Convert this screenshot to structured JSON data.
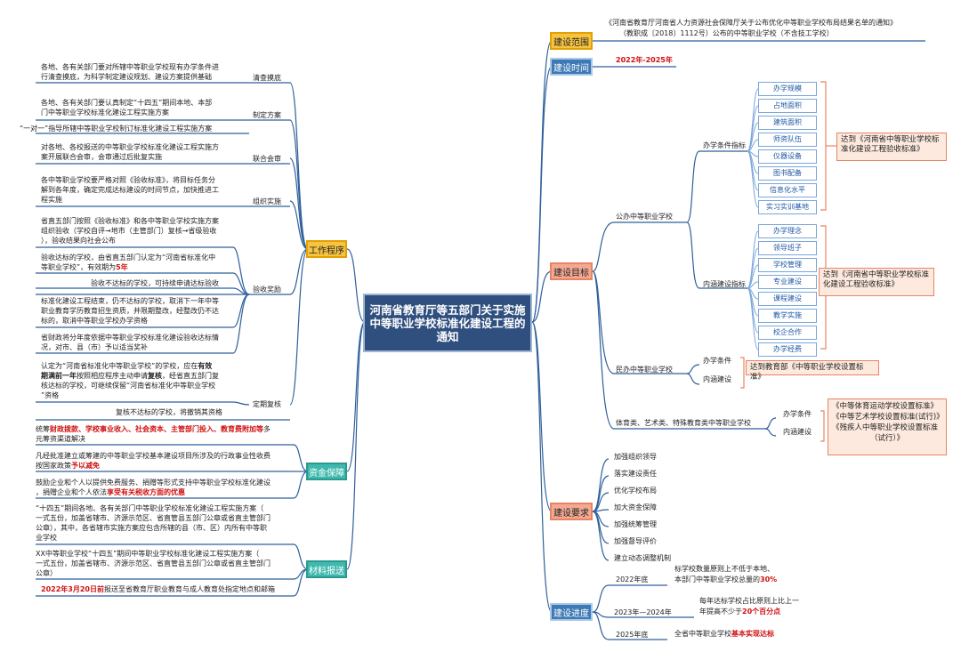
{
  "center": {
    "title": "河南省教育厅等五部门关于实施中等职业学校标准化建设工程的通知"
  },
  "right": {
    "scope": {
      "label": "建设范围",
      "text1": "《河南省教育厅河南省人力资源社会保障厅关于公布优化中等职业学校布局结果名单的通知》",
      "text2": "（教职成〔2018〕1112号）公布的中等职业学校（不含技工学校）"
    },
    "time": {
      "label": "建设时间",
      "value": "2022年-2025年"
    },
    "goal": {
      "label": "建设目标",
      "public": "公办中等职业学校",
      "cond": "办学条件指标",
      "cond_items": [
        "办学规模",
        "占地面积",
        "建筑面积",
        "师资队伍",
        "仪器设备",
        "图书配备",
        "信息化水平",
        "实习实训基地"
      ],
      "cond_note": "达到《河南省中等职业学校标准化建设工程验收标准》",
      "inner": "内涵建设指标",
      "inner_items": [
        "办学理念",
        "领导班子",
        "学校管理",
        "专业建设",
        "课程建设",
        "教学实施",
        "校企合作",
        "办学经费"
      ],
      "inner_note": "达到《河南省中等职业学校标准化建设工程验收标准》",
      "private": "民办中等职业学校",
      "priv_cond": "办学条件",
      "priv_inner": "内涵建设",
      "priv_note": "达到教育部《中等职业学校设置标准》",
      "special": "体育类、艺术类、特殊教育类中等职业学校",
      "spec_cond": "办学条件",
      "spec_inner": "内涵建设",
      "spec_note1": "《中等体育运动学校设置标准》",
      "spec_note2": "《中等艺术学校设置标准(试行)》",
      "spec_note3": "《残疾人中等职业学校设置标准",
      "spec_note4": "（试行）》"
    },
    "req": {
      "label": "建设要求",
      "items": [
        "加强组织领导",
        "落实建设责任",
        "优化学校布局",
        "加大资金保障",
        "加强统筹管理",
        "加强督导评价",
        "建立动态调整机制"
      ]
    },
    "progress": {
      "label": "建设进度",
      "y1": "2022年底",
      "y1_a": "标学校数量原则上不低于本地、",
      "y1_b": "本部门中等职业学校总量的",
      "y1_c": "30%",
      "y2": "2023年—2024年",
      "y2_a": "每年达标学校占比原则上比上一",
      "y2_b": "年提高不少于",
      "y2_c": "20个百分点",
      "y3": "2025年底",
      "y3_a": "全省中等职业学校",
      "y3_b": "基本实现达标"
    }
  },
  "left": {
    "work": {
      "label": "工作程序",
      "check": "清查摸底",
      "check_t": [
        "各地、各有关部门要对所辖中等职业学校现有办学条件进",
        "行清查摸底，为科学制定建设规划、建设方案提供基础"
      ],
      "plan": "制定方案",
      "plan_t": [
        "各地、各有关部门要认真制定“十四五”期间本地、本部",
        "门中等职业学校标准化建设工程实施方案"
      ],
      "plan_t2": "“一对一”指导所辖中等职业学校制订标准化建设工程实施方案",
      "joint": "联合会审",
      "joint_t": [
        "对各地、各校报送的中等职业学校标准化建设工程实施方",
        "案开展联合会审，会审通过后批复实施"
      ],
      "org": "组织实施",
      "org_t": [
        "各中等职业学校要严格对照《验收标准》，将目标任务分",
        "解到各年度，确定完成达标建设的时间节点，加快推进工",
        "程实施"
      ],
      "accept": "验收奖励",
      "acc1": [
        "省直五部门按照《验收标准》和各中等职业学校实施方案",
        "组织验收（学校自评→地市（主管部门）复核→省级验收",
        "），验收结果向社会公布"
      ],
      "acc2_a": [
        "验收达标的学校，由省直五部门认定为“河南省标准化中",
        "等职业学校”，有效期为"
      ],
      "acc2_b": "5年",
      "acc3": "验收不达标的学校，可持续申请达标验收",
      "acc4": [
        "标准化建设工程结束，仍不达标的学校，取消下一年中等",
        "职业教育学历教育招生资质，并限期整改，经整改仍不达",
        "标的，取消中等职业学校办学资格"
      ],
      "acc5": [
        "省财政将分年度依据中等职业学校标准化建设验收达标情",
        "况，对市、县（市）予以适当奖补"
      ],
      "review": "定期复核",
      "rev1_a": "认定为“河南省标准化中等职业学校”的学校，应在",
      "rev1_b": "有效",
      "rev1_c": "期满前一年",
      "rev1_d": "按照相应程序主动申请",
      "rev1_e": "复核",
      "rev1_f": "，经省直五部门复",
      "rev1_g": [
        "核达标的学校，可继续保留“河南省标准化中等职业学校",
        "”资格"
      ],
      "rev2": "复核不达标的学校，将撤销其资格"
    },
    "fund": {
      "label": "资金保障",
      "f1_a": "统筹",
      "f1_b": "财政拨款、学校事业收入、社会资本、主管部门投入、教育费附加等",
      "f1_c": "多",
      "f1_d": "元筹资渠道解决",
      "f2_a": "凡经批准建立或筹建的中等职业学校基本建设项目所涉及的行政事业性收费",
      "f2_b": "按国家政策",
      "f2_c": "予以减免",
      "f3_a": "鼓励企业和个人以提供免费服务、捐赠等形式支持中等职业学校标准化建设",
      "f3_b": "，捐赠企业和个人依法",
      "f3_c": "享受有关税收方面的优惠"
    },
    "mat": {
      "label": "材料报送",
      "m1": [
        "“十四五”期间各地、各有关部门中等职业学校标准化建设工程实施方案（",
        "一式五份，加盖省辖市、济源示范区、省直管县五部门公章或省直主管部门",
        "公章），其中，各省辖市实施方案应包含所辖的县（市、区）内所有中等职",
        "业学校"
      ],
      "m2": [
        "XX中等职业学校“十四五”期间中等职业学校标准化建设工程实施方案（",
        "一式五份，加盖省辖市、济源示范区、省直管县五部门公章或省直主管部门",
        "公章）"
      ],
      "m3_a": "2022年3月20日前",
      "m3_b": "报送至省教育厅职业教育与成人教育处指定地点和邮箱"
    }
  }
}
